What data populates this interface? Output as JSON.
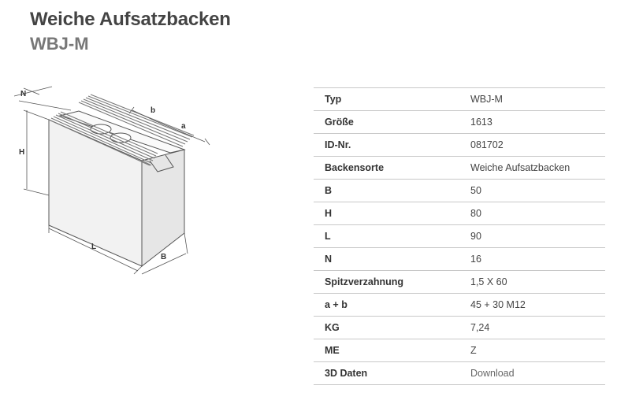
{
  "header": {
    "title": "Weiche Aufsatzbacken",
    "subtitle": "WBJ-M"
  },
  "drawing": {
    "label_n": "N",
    "label_b_top": "b",
    "label_a": "a",
    "label_h": "H",
    "label_l": "L",
    "label_b": "B"
  },
  "specs": {
    "rows": [
      {
        "label": "Typ",
        "value": "WBJ-M"
      },
      {
        "label": "Größe",
        "value": "1613"
      },
      {
        "label": "ID-Nr.",
        "value": "081702"
      },
      {
        "label": "Backensorte",
        "value": "Weiche Aufsatzbacken"
      },
      {
        "label": "B",
        "value": "50"
      },
      {
        "label": "H",
        "value": "80"
      },
      {
        "label": "L",
        "value": "90"
      },
      {
        "label": "N",
        "value": "16"
      },
      {
        "label": "Spitzverzahnung",
        "value": "1,5 X 60"
      },
      {
        "label": "a + b",
        "value": "45 + 30 M12"
      },
      {
        "label": "KG",
        "value": "7,24"
      },
      {
        "label": "ME",
        "value": "Z"
      }
    ],
    "download_row": {
      "label": "3D Daten",
      "link_text": "Download"
    }
  }
}
